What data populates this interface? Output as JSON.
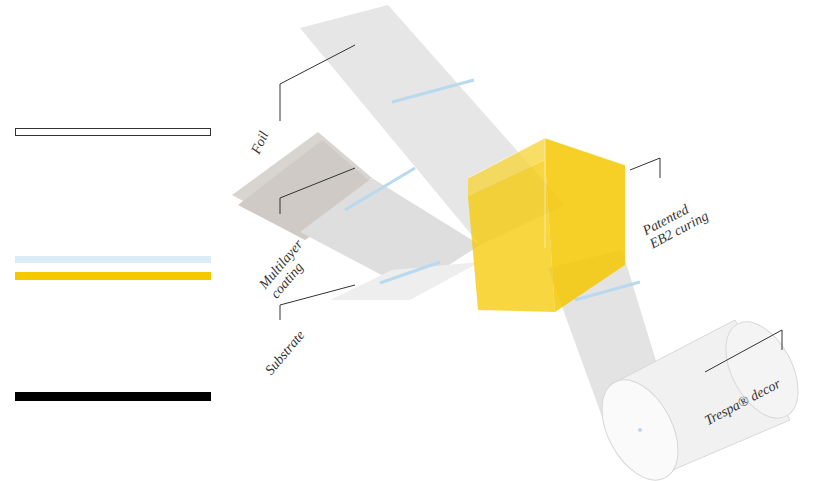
{
  "diagram": {
    "labels": [
      "Foil",
      "Multilayer coating",
      "Substrate",
      "Patented EB2 curing",
      "Trespa® decor"
    ]
  }
}
